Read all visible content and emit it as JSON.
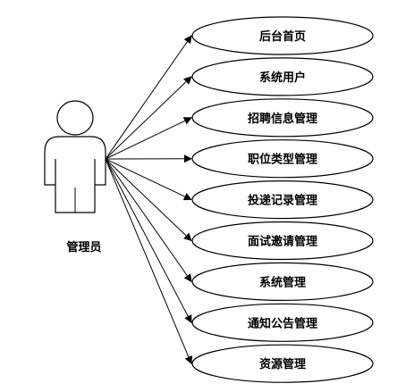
{
  "actor": {
    "label": "管理员"
  },
  "use_cases": [
    "后台首页",
    "系统用户",
    "招聘信息管理",
    "职位类型管理",
    "投递记录管理",
    "面试邀请管理",
    "系统管理",
    "通知公告管理",
    "资源管理"
  ]
}
